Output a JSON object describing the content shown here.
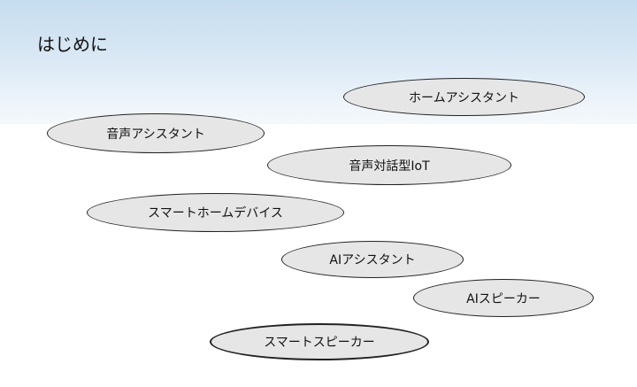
{
  "slide": {
    "title": "はじめに",
    "terms": [
      "ホームアシスタント",
      "音声アシスタント",
      "音声対話型IoT",
      "スマートホームデバイス",
      "AIアシスタント",
      "AIスピーカー",
      "スマートスピーカー"
    ]
  }
}
